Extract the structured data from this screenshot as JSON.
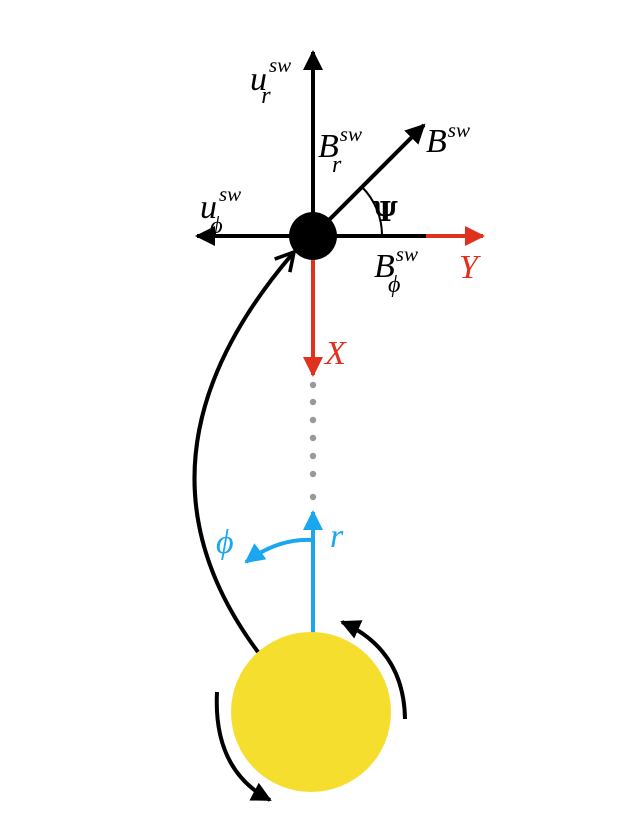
{
  "labels": {
    "u_r": {
      "main": "u",
      "sub": "r",
      "sup": "sw"
    },
    "B_r": {
      "main": "B",
      "sub": "r",
      "sup": "sw"
    },
    "B_sw": {
      "main": "B",
      "sup": "sw"
    },
    "u_phi": {
      "main": "u",
      "sub": "ϕ",
      "sup": "sw"
    },
    "B_phi": {
      "main": "B",
      "sub": "ϕ",
      "sup": "sw"
    },
    "psi": "Ψ",
    "axis_y": "Y",
    "axis_x": "X",
    "sun_r": "r",
    "sun_phi": "ϕ"
  },
  "colors": {
    "black": "#000000",
    "red": "#e0301e",
    "blue": "#1aa7f0",
    "sun": "#f6de2f",
    "dots": "#999999"
  }
}
